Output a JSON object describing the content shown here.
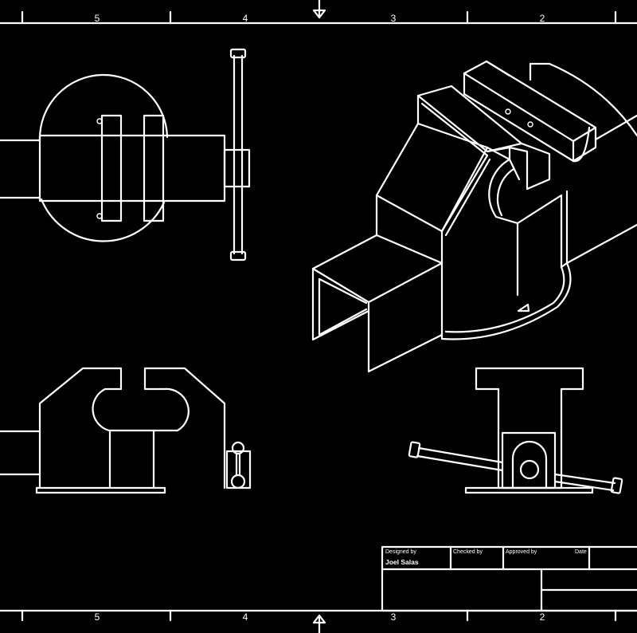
{
  "border": {
    "zones_top": [
      "5",
      "4",
      "3",
      "2"
    ],
    "zones_bottom": [
      "5",
      "4",
      "3",
      "2"
    ]
  },
  "title_block": {
    "designed_by_label": "Designed by",
    "designed_by_value": "Joel Salas",
    "checked_by_label": "Checked by",
    "approved_by_label": "Approved by",
    "date_label": "Date"
  },
  "colors": {
    "background": "#000000",
    "linework": "#ffffff"
  }
}
